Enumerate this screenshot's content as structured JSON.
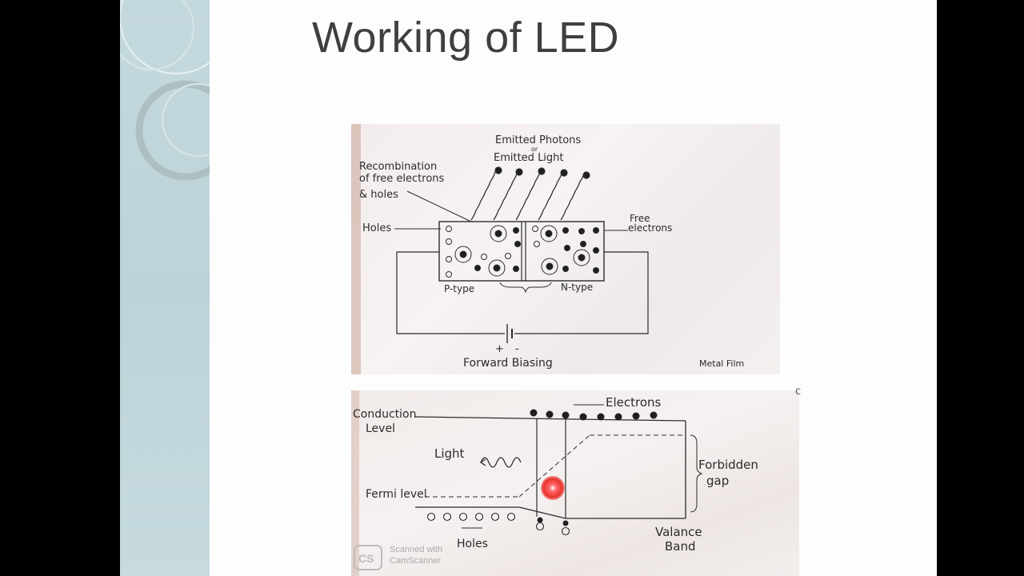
{
  "slide": {
    "title": "Working of LED"
  },
  "diagram_top": {
    "emitted_photons": "Emitted Photons",
    "or_label": "or",
    "emitted_light": "Emitted Light",
    "recombination": [
      "Recombination",
      "of free electrons",
      "& holes"
    ],
    "holes": "Holes",
    "free_electrons": [
      "Free",
      "electrons"
    ],
    "p_type": "P-type",
    "n_type": "N-type",
    "plus": "+",
    "minus": "-",
    "forward_biasing": "Forward Biasing",
    "metal_film": "Metal Film"
  },
  "diagram_bottom": {
    "conduction_level": [
      "Conduction",
      "Level"
    ],
    "electrons": "Electrons",
    "light": "Light",
    "fermi_level": "Fermi level",
    "forbidden_gap": [
      "Forbidden",
      "gap"
    ],
    "holes": "Holes",
    "valance_band": [
      "Valance",
      "Band"
    ]
  },
  "scanner": {
    "logo": "CS",
    "line1": "Scanned with",
    "line2": "CamScanner"
  },
  "stray_mark": "c",
  "colors": {
    "background": "#000000",
    "slide": "#fdfdfd",
    "sidebar": "#c4d9de",
    "title": "#3f3f3f",
    "pointer": "#e8342f"
  }
}
